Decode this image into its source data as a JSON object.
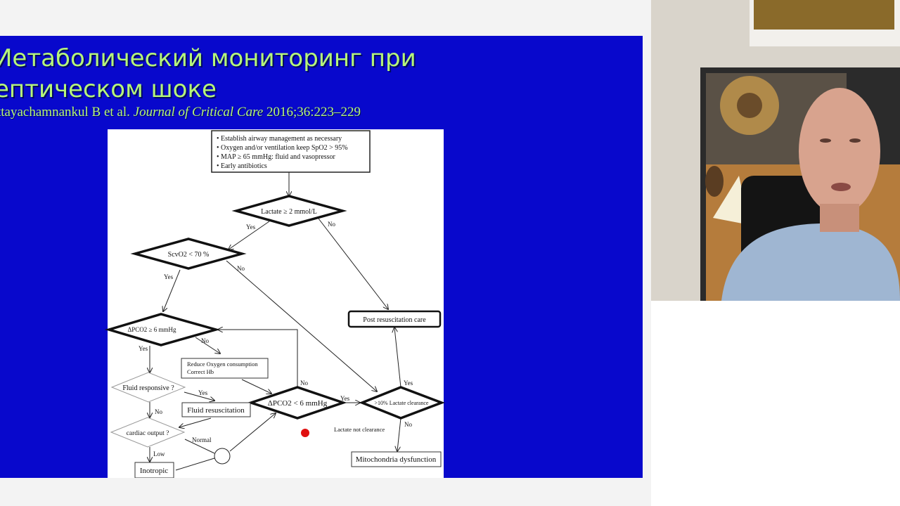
{
  "slide": {
    "title_line1": "Иетаболический мониторинг при",
    "title_line2": "ептическом шоке",
    "citation_authors": "ttayachamnankul B et al.",
    "citation_journal": "Journal of Critical Care",
    "citation_ref": "2016;36:223–229",
    "colors": {
      "background": "#0808cc",
      "title": "#b6f57a"
    }
  },
  "flowchart": {
    "start_box": [
      "• Establish airway management as necessary",
      "• Oxygen and/or ventilation keep SpO2 > 95%",
      "• MAP  ≥ 65 mmHg: fluid and vasopressor",
      "• Early antibiotics"
    ],
    "lactate": "Lactate ≥ 2 mmol/L",
    "scvo2": "ScvO2 < 70 %",
    "dpco2_ge": "ΔPCO2 ≥ 6 mmHg",
    "reduce_line1": "Reduce Oxygen consumption",
    "reduce_line2": "Correct Hb",
    "fluid_responsive": "Fluid responsive ?",
    "fluid_resuscitation": "Fluid resuscitation",
    "cardiac_output": "cardiac output ?",
    "inotropic": "Inotropic",
    "dpco2_lt": "ΔPCO2 < 6 mmHg",
    "lactate_clearance": ">10% Lactate clearance",
    "post_care": "Post resuscitation care",
    "mito": "Mitochondria dysfunction",
    "lactate_not_clearance": "Lactate not clearance",
    "labels": {
      "yes": "Yes",
      "no": "No",
      "normal": "Normal",
      "low": "Low"
    }
  },
  "pointer": {
    "color": "#e01010"
  }
}
